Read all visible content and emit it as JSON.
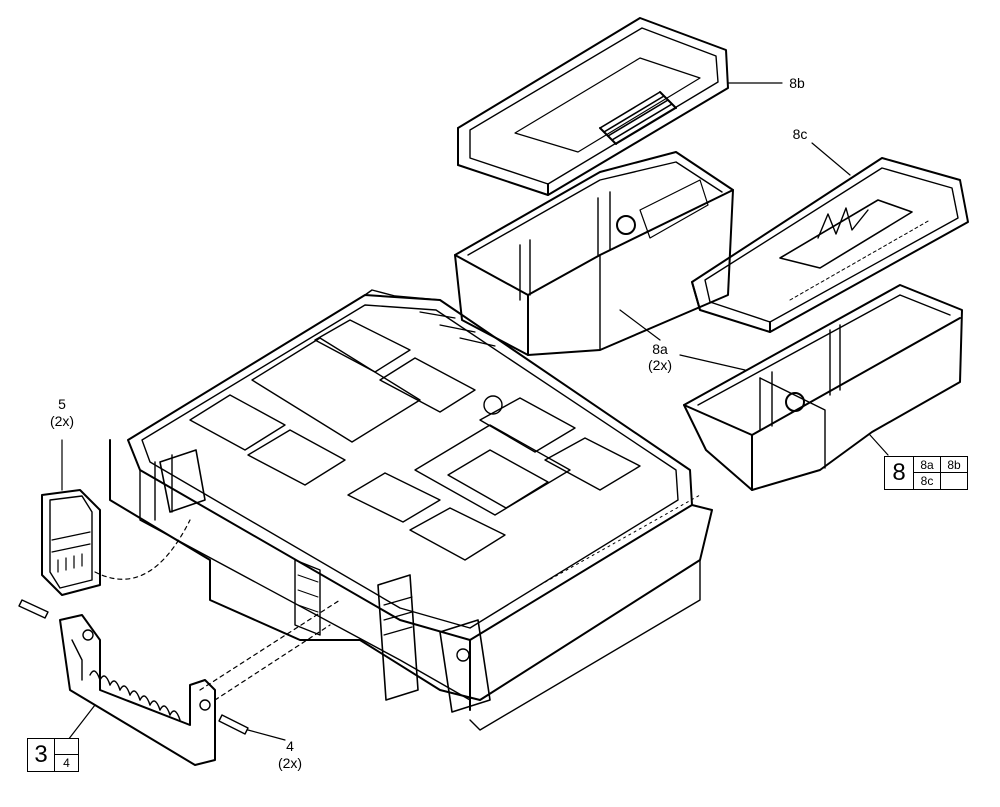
{
  "labels": {
    "tray_8b": "8b",
    "tray_8c": "8c",
    "tray_8a": "8a",
    "tray_8a_qty": "(2x)",
    "latch_5": "5",
    "latch_5_qty": "(2x)",
    "pin_4": "4",
    "pin_4_qty": "(2x)"
  },
  "ref_box_8": {
    "main": "8",
    "cells": [
      "8a",
      "8b",
      "8c",
      ""
    ]
  },
  "ref_box_3": {
    "main": "3",
    "cells": [
      "4"
    ]
  },
  "colors": {
    "line": "#000000",
    "background": "#ffffff"
  }
}
